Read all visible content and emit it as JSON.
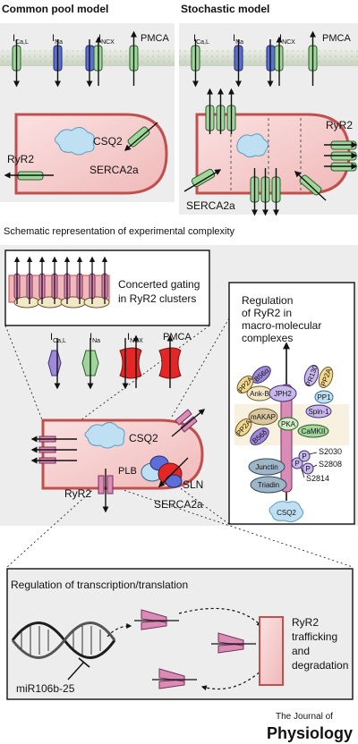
{
  "panels": {
    "common_pool": {
      "title": "Common pool model",
      "currents": [
        {
          "main": "I",
          "sub": "Ca,L"
        },
        {
          "main": "I",
          "sub": "Na"
        },
        {
          "main": "I",
          "sub": "NCX"
        },
        {
          "main": "PMCA",
          "sub": ""
        }
      ],
      "labels": {
        "csq2": "CSQ2",
        "serca": "SERCA2a",
        "ryr": "RyR2"
      }
    },
    "stochastic": {
      "title": "Stochastic model",
      "currents": [
        {
          "main": "I",
          "sub": "Ca,L"
        },
        {
          "main": "I",
          "sub": "Na"
        },
        {
          "main": "I",
          "sub": "NCX"
        },
        {
          "main": "PMCA",
          "sub": ""
        }
      ],
      "labels": {
        "ryr": "RyR2",
        "serca": "SERCA2a"
      }
    }
  },
  "complexity": {
    "heading": "Schematic representation of experimental complexity",
    "gating_box": {
      "line1": "Concerted gating",
      "line2": "in RyR2 clusters"
    },
    "currents": [
      {
        "main": "I",
        "sub": "Ca,L"
      },
      {
        "main": "I",
        "sub": "Na"
      },
      {
        "main": "I",
        "sub": "NCX"
      },
      {
        "main": "PMCA",
        "sub": ""
      }
    ],
    "cell_labels": {
      "csq2": "CSQ2",
      "plb": "PLB",
      "sln": "SLN",
      "serca": "SERCA2a",
      "ryr": "RyR2"
    },
    "regulation_box": {
      "line1": "Regulation",
      "line2": "of RyR2 in",
      "line3": "macro-molecular",
      "line4": "complexes",
      "proteins": [
        "B56α",
        "PP2A",
        "Ank-B",
        "JPH2",
        "PR130",
        "PP2A",
        "PP1",
        "Spin-1",
        "mAKAP",
        "PP2A",
        "B56δ",
        "PKA",
        "CaMKII",
        "Junctin",
        "Triadin",
        "CSQ2"
      ],
      "sites": [
        "S2030",
        "S2808",
        "S2814"
      ],
      "p_label": "P"
    }
  },
  "transcription": {
    "title": "Regulation of transcription/translation",
    "mirna": "miR106b-25",
    "traffic": {
      "line1": "RyR2",
      "line2": "trafficking",
      "line3": "and",
      "line4": "degradation"
    }
  },
  "journal": {
    "line1": "The Journal of",
    "line2": "Physiology"
  },
  "colors": {
    "membrane": "#cfd6c8",
    "cell_fill": "#f7cccc",
    "cell_border": "#c0504d",
    "csq": "#bfe0f2",
    "green": "#9fd79a",
    "blue": "#5b6fd6",
    "red": "#e32727",
    "pink": "#d98cb5",
    "purple": "#9f8ad9"
  }
}
